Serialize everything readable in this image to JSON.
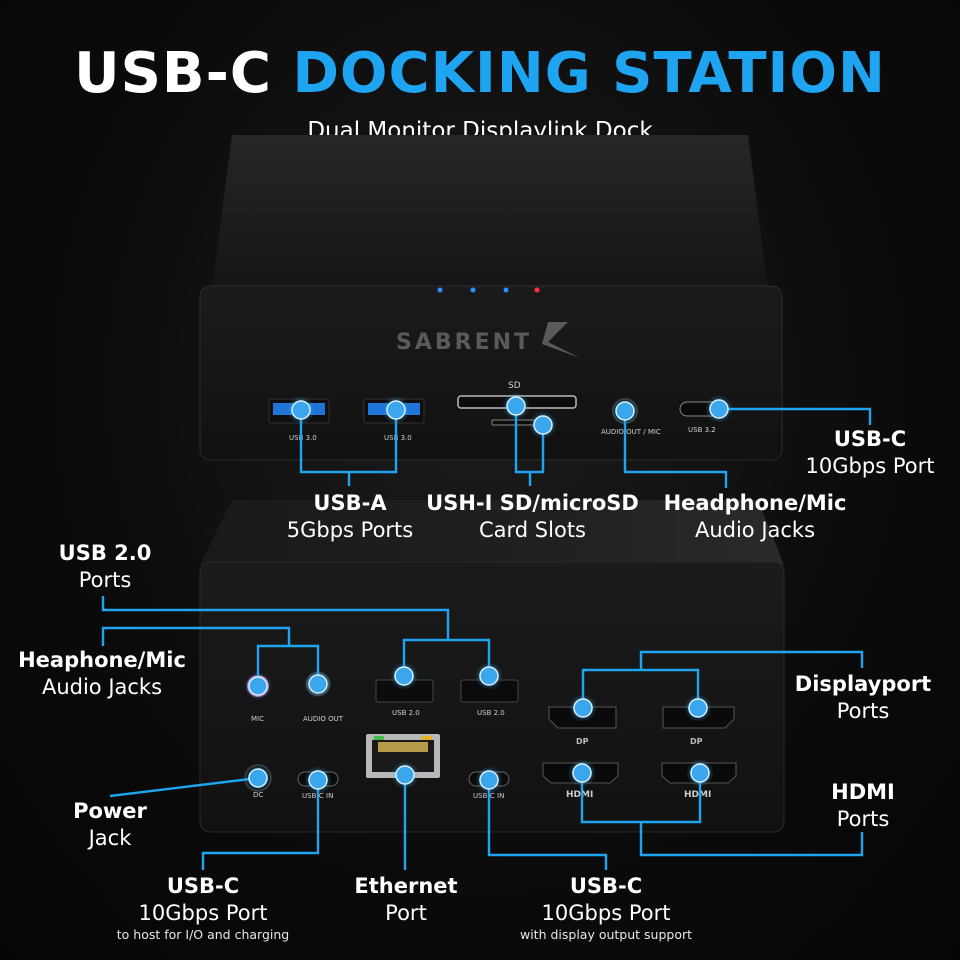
{
  "title": {
    "part1": "USB-C",
    "part2": "DOCKING STATION"
  },
  "subtitle": "Dual Monitor Displaylink Dock",
  "brand_logo": "SABRENT",
  "colors": {
    "accent": "#1ea4f0",
    "background": "#0b0b0b",
    "device": "#161616"
  },
  "top_unit": {
    "ports": [
      {
        "name": "usb-a-1",
        "print": "USB 3.0"
      },
      {
        "name": "usb-a-2",
        "print": "USB 3.0"
      },
      {
        "name": "sd-slot",
        "print": "SD"
      },
      {
        "name": "audio",
        "print": "AUDIO OUT / MIC"
      },
      {
        "name": "usb-c",
        "print": "USB 3.2"
      }
    ]
  },
  "bottom_unit": {
    "prints": {
      "mic": "MIC",
      "audio_out": "AUDIO OUT",
      "usb20a": "USB 2.0",
      "usb20b": "USB 2.0",
      "dc": "DC",
      "usbc_in1": "USB-C IN",
      "usbc_in2": "USB-C IN",
      "hdmi1": "HDMI",
      "hdmi2": "HDMI"
    }
  },
  "labels": {
    "usb_a": {
      "head": "USB-A",
      "sub": "5Gbps Ports"
    },
    "sd": {
      "head": "USH-I SD/microSD",
      "sub": "Card Slots"
    },
    "headphone_top": {
      "head": "Headphone/Mic",
      "sub": "Audio Jacks"
    },
    "usbc_top": {
      "head": "USB-C",
      "sub": "10Gbps Port"
    },
    "usb20": {
      "head": "USB 2.0",
      "sub": "Ports"
    },
    "heaphone": {
      "head": "Heaphone/Mic",
      "sub": "Audio Jacks"
    },
    "displayport": {
      "head": "Displayport",
      "sub": "Ports"
    },
    "hdmi": {
      "head": "HDMI",
      "sub": "Ports"
    },
    "power": {
      "head": "Power",
      "sub": "Jack"
    },
    "usbc_host": {
      "head": "USB-C",
      "sub": "10Gbps Port",
      "note": "to host for I/O and charging"
    },
    "ethernet": {
      "head": "Ethernet",
      "sub": "Port"
    },
    "usbc_display": {
      "head": "USB-C",
      "sub": "10Gbps Port",
      "note": "with display output support"
    }
  }
}
